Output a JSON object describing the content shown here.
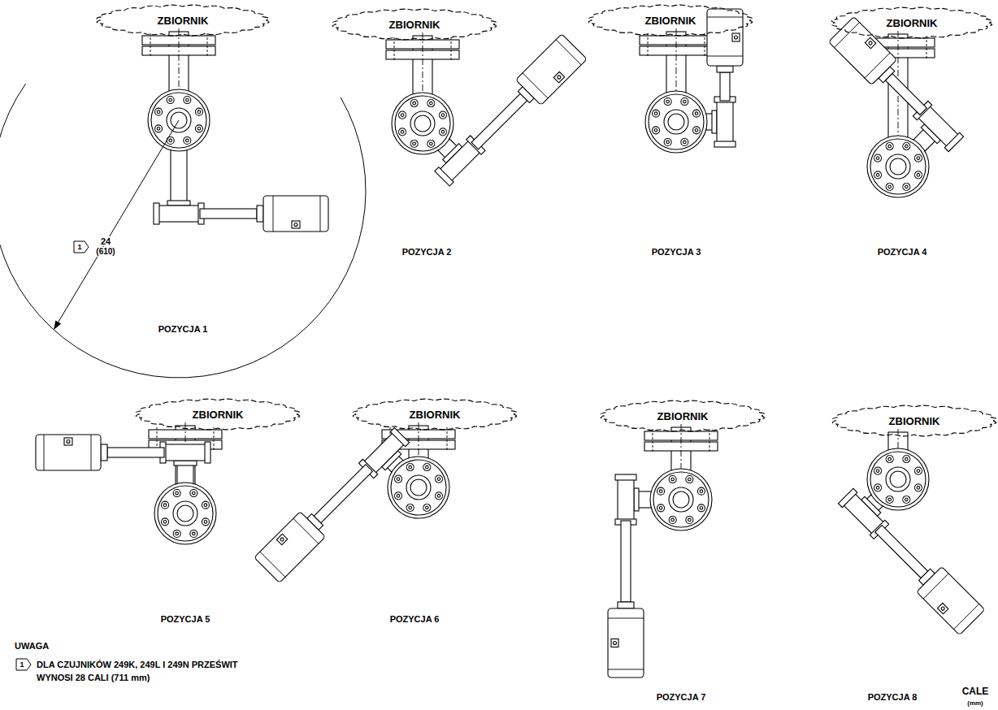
{
  "diagram": {
    "nodes": [
      {
        "text": [
          "ZBIORNIK"
        ]
      },
      {
        "text": [
          "ZBIORNIK"
        ]
      },
      {
        "text": [
          "ZBIORNIK"
        ]
      },
      {
        "text": [
          "ZBIORNIK"
        ]
      },
      {
        "text": [
          "ZBIORNIK"
        ]
      },
      {
        "text": [
          "ZBIORNIK"
        ]
      },
      {
        "text": [
          "ZBIORNIK"
        ]
      },
      {
        "text": [
          "ZBIORNIK"
        ]
      }
    ],
    "labels": [
      "24",
      "(610)",
      "1",
      "POZYCJA 1",
      "POZYCJA 2",
      "POZYCJA 3",
      "POZYCJA 4",
      "POZYCJA 5",
      "POZYCJA 6",
      "POZYCJA 7",
      "POZYCJA 8",
      "UWAGA",
      "1",
      "DLA CZUJNIKÓW 249K, 249L I 249N PRZEŚWIT WYNOSI 28 CALI (711 mm)",
      "CALE",
      "(mm)"
    ]
  }
}
